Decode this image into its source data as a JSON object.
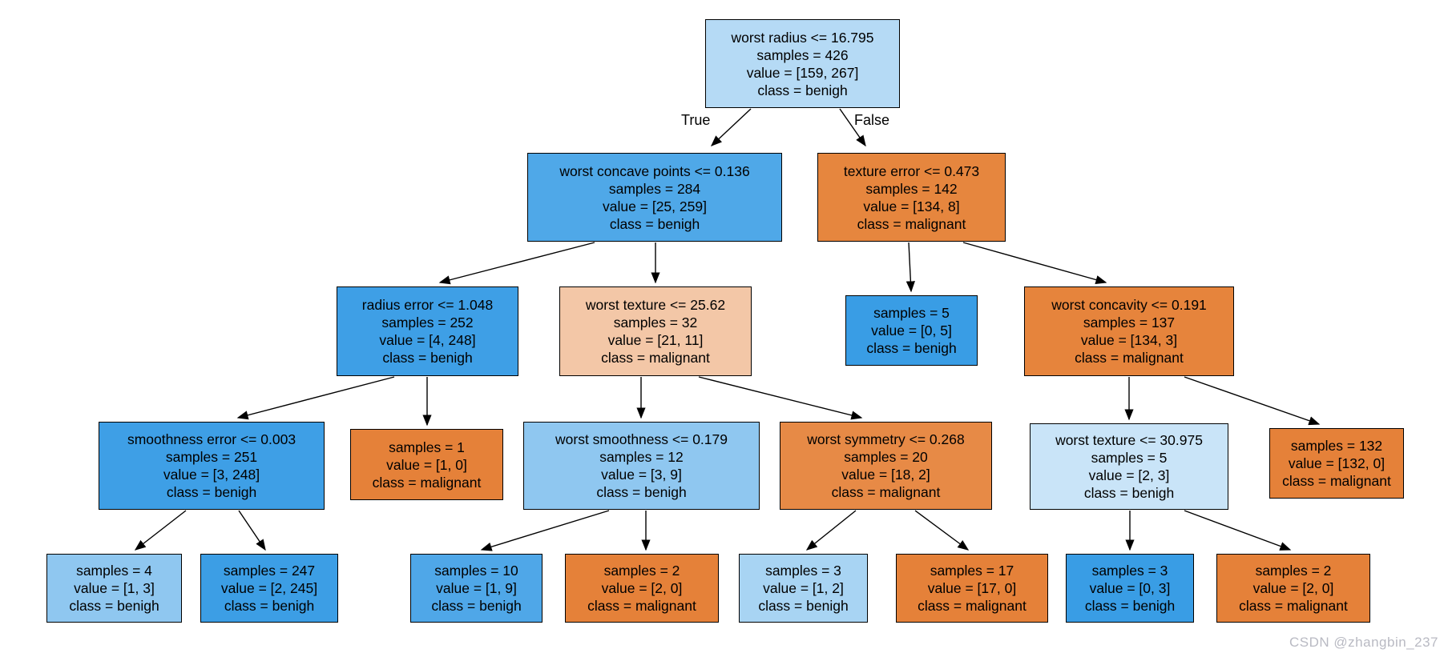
{
  "figure": {
    "kind": "decision-tree",
    "class_names_shown": [
      "malignant",
      "benigh"
    ],
    "accent_colors": {
      "benign_blue": "#399DE5",
      "malignant_orange": "#E58139"
    }
  },
  "edge_labels": {
    "true_label": "True",
    "false_label": "False"
  },
  "watermark": {
    "text": "CSDN @zhangbin_237",
    "color": "#b9bac3"
  },
  "nodes": {
    "n0": {
      "condition": "worst radius <= 16.795",
      "samples": "samples = 426",
      "value": "value = [159, 267]",
      "class_label": "class = benigh",
      "color": "#B5DAF5",
      "children": [
        "n1",
        "n2"
      ]
    },
    "n1": {
      "condition": "worst concave points <= 0.136",
      "samples": "samples = 284",
      "value": "value = [25, 259]",
      "class_label": "class = benigh",
      "color": "#4FA8E8",
      "children": [
        "n3",
        "n4"
      ]
    },
    "n2": {
      "condition": "texture error <= 0.473",
      "samples": "samples = 142",
      "value": "value = [134, 8]",
      "class_label": "class = malignant",
      "color": "#E6863E",
      "children": [
        "n5",
        "n6"
      ]
    },
    "n3": {
      "condition": "radius error <= 1.048",
      "samples": "samples = 252",
      "value": "value = [4, 248]",
      "class_label": "class = benigh",
      "color": "#3E9FE6",
      "children": [
        "n7",
        "n8"
      ]
    },
    "n4": {
      "condition": "worst texture <= 25.62",
      "samples": "samples = 32",
      "value": "value = [21, 11]",
      "class_label": "class = malignant",
      "color": "#F3C7A7",
      "children": [
        "n9",
        "n10"
      ]
    },
    "n5": {
      "samples": "samples = 5",
      "value": "value = [0, 5]",
      "class_label": "class = benigh",
      "color": "#399DE5"
    },
    "n6": {
      "condition": "worst concavity <= 0.191",
      "samples": "samples = 137",
      "value": "value = [134, 3]",
      "class_label": "class = malignant",
      "color": "#E6843C",
      "children": [
        "n11",
        "n12"
      ]
    },
    "n7": {
      "condition": "smoothness error <= 0.003",
      "samples": "samples = 251",
      "value": "value = [3, 248]",
      "class_label": "class = benigh",
      "color": "#3E9FE6",
      "children": [
        "n13",
        "n14"
      ]
    },
    "n8": {
      "samples": "samples = 1",
      "value": "value = [1, 0]",
      "class_label": "class = malignant",
      "color": "#E58139"
    },
    "n9": {
      "condition": "worst smoothness <= 0.179",
      "samples": "samples = 12",
      "value": "value = [3, 9]",
      "class_label": "class = benigh",
      "color": "#8FC7F0",
      "children": [
        "n15",
        "n16"
      ]
    },
    "n10": {
      "condition": "worst symmetry <= 0.268",
      "samples": "samples = 20",
      "value": "value = [18, 2]",
      "class_label": "class = malignant",
      "color": "#E78A46",
      "children": [
        "n17",
        "n18"
      ]
    },
    "n11": {
      "condition": "worst texture <= 30.975",
      "samples": "samples = 5",
      "value": "value = [2, 3]",
      "class_label": "class = benigh",
      "color": "#C9E4F8",
      "children": [
        "n19",
        "n20"
      ]
    },
    "n12": {
      "samples": "samples = 132",
      "value": "value = [132, 0]",
      "class_label": "class = malignant",
      "color": "#E58139"
    },
    "n13": {
      "samples": "samples = 4",
      "value": "value = [1, 3]",
      "class_label": "class = benigh",
      "color": "#8FC7F0"
    },
    "n14": {
      "samples": "samples = 247",
      "value": "value = [2, 245]",
      "class_label": "class = benigh",
      "color": "#3C9EE5"
    },
    "n15": {
      "samples": "samples = 10",
      "value": "value = [1, 9]",
      "class_label": "class = benigh",
      "color": "#4FA7E8"
    },
    "n16": {
      "samples": "samples = 2",
      "value": "value = [2, 0]",
      "class_label": "class = malignant",
      "color": "#E58139"
    },
    "n17": {
      "samples": "samples = 3",
      "value": "value = [1, 2]",
      "class_label": "class = benigh",
      "color": "#A8D4F3"
    },
    "n18": {
      "samples": "samples = 17",
      "value": "value = [17, 0]",
      "class_label": "class = malignant",
      "color": "#E58139"
    },
    "n19": {
      "samples": "samples = 3",
      "value": "value = [0, 3]",
      "class_label": "class = benigh",
      "color": "#399DE5"
    },
    "n20": {
      "samples": "samples = 2",
      "value": "value = [2, 0]",
      "class_label": "class = malignant",
      "color": "#E58139"
    }
  }
}
